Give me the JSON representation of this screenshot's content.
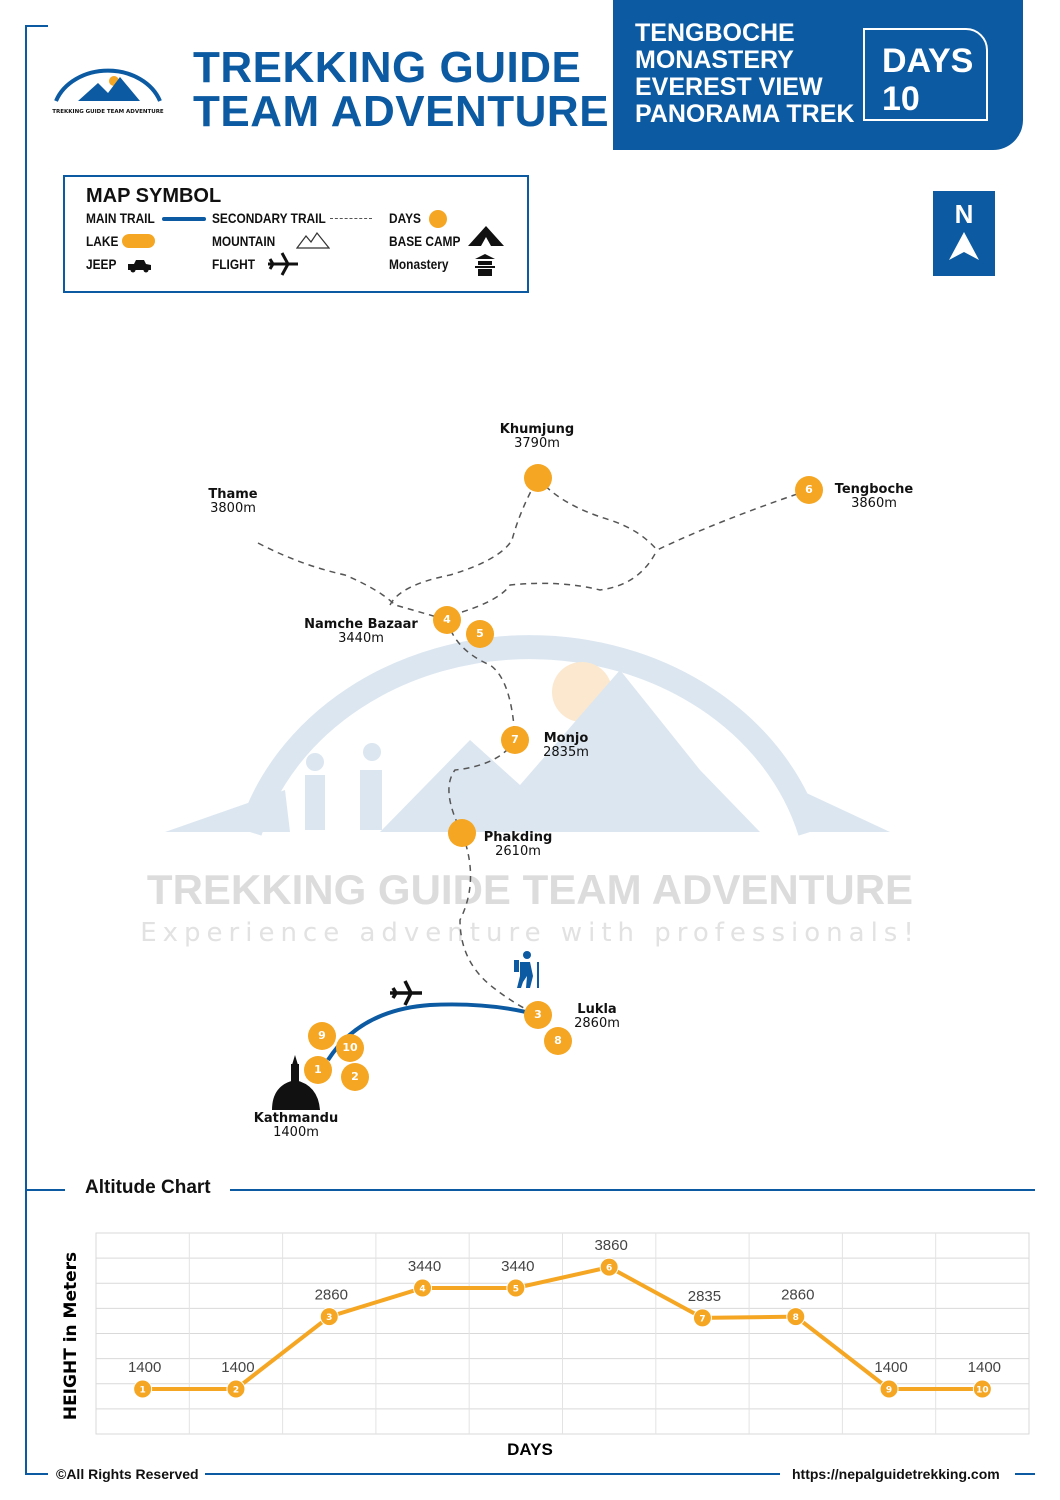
{
  "branding": {
    "title_line1": "TREKKING GUIDE",
    "title_line2": "TEAM ADVENTURE",
    "logo_text": "TREKKING GUIDE TEAM ADVENTURE",
    "logo_tagline": "Experience adventure with professionals!"
  },
  "header": {
    "trek_name_lines": [
      "TENGBOCHE",
      "MONASTERY",
      "EVEREST VIEW",
      "PANORAMA TREK"
    ],
    "days_label": "DAYS",
    "days_value": "10",
    "color": "#0b5aa2"
  },
  "legend": {
    "title": "MAP SYMBOL",
    "items": [
      {
        "label": "MAIN TRAIL",
        "icon": "solid-line"
      },
      {
        "label": "SECONDARY TRAIL",
        "icon": "dashed-line"
      },
      {
        "label": "DAYS",
        "icon": "orange-dot"
      },
      {
        "label": "LAKE",
        "icon": "lake-shape"
      },
      {
        "label": "MOUNTAIN",
        "icon": "mountain-icon"
      },
      {
        "label": "BASE CAMP",
        "icon": "tent-icon"
      },
      {
        "label": "JEEP",
        "icon": "jeep-icon"
      },
      {
        "label": "FLIGHT",
        "icon": "plane-icon"
      },
      {
        "label": "Monastery",
        "icon": "monastery-icon"
      }
    ]
  },
  "north": {
    "label": "N"
  },
  "map": {
    "places": [
      {
        "name": "Khumjung",
        "alt": "3790m"
      },
      {
        "name": "Thame",
        "alt": "3800m"
      },
      {
        "name": "Tengboche",
        "alt": "3860m"
      },
      {
        "name": "Namche Bazaar",
        "alt": "3440m"
      },
      {
        "name": "Monjo",
        "alt": "2835m"
      },
      {
        "name": "Phakding",
        "alt": "2610m"
      },
      {
        "name": "Lukla",
        "alt": "2860m"
      },
      {
        "name": "Kathmandu",
        "alt": "1400m"
      }
    ],
    "day_markers": [
      "1",
      "2",
      "3",
      "4",
      "5",
      "6",
      "7",
      "8",
      "9",
      "10"
    ],
    "watermark": {
      "line1": "TREKKING GUIDE TEAM ADVENTURE",
      "line2": "Experience adventure with professionals!"
    },
    "day_color": "#f5a623"
  },
  "chart_data": {
    "type": "line",
    "title": "Altitude Chart",
    "xlabel": "DAYS",
    "ylabel": "HEIGHT in Meters",
    "categories": [
      "1",
      "2",
      "3",
      "4",
      "5",
      "6",
      "7",
      "8",
      "9",
      "10"
    ],
    "values": [
      1400,
      1400,
      2860,
      3440,
      3440,
      3860,
      2835,
      2860,
      1400,
      1400
    ],
    "data_labels": [
      "1400",
      "1400",
      "2860",
      "3440",
      "3440",
      "3860",
      "2835",
      "2860",
      "1400",
      "1400"
    ],
    "ylim": [
      490,
      4550
    ],
    "grid": true,
    "color": "#f5a623"
  },
  "footer": {
    "copyright": "©All Rights Reserved",
    "url": "https://nepalguidetrekking.com"
  }
}
